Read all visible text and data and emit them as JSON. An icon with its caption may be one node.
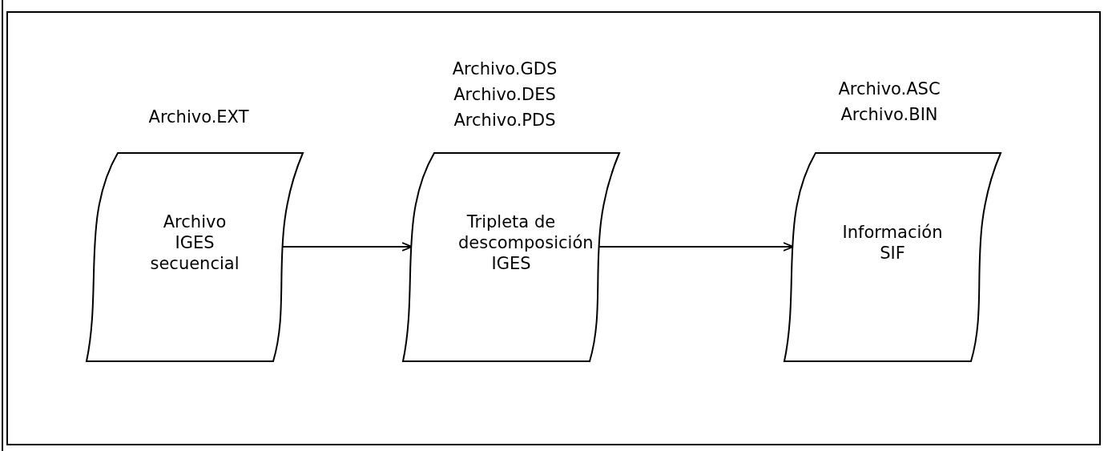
{
  "diagram": {
    "nodes": [
      {
        "text": [
          "Archivo IGES secuencial"
        ],
        "beside": [
          "Archivo.EXT"
        ]
      },
      {
        "text": [
          "Tripleta de descomposición IGES"
        ],
        "beside": [
          "Archivo.GDS",
          "Archivo.DES",
          "Archivo.PDS"
        ]
      },
      {
        "text": [
          "Información SIF"
        ],
        "beside": [
          "Archivo.ASC",
          "Archivo.BIN"
        ]
      }
    ],
    "edges": [
      {
        "from": 0,
        "to": 1,
        "arrow": "to"
      },
      {
        "from": 1,
        "to": 2,
        "arrow": "to"
      }
    ]
  }
}
